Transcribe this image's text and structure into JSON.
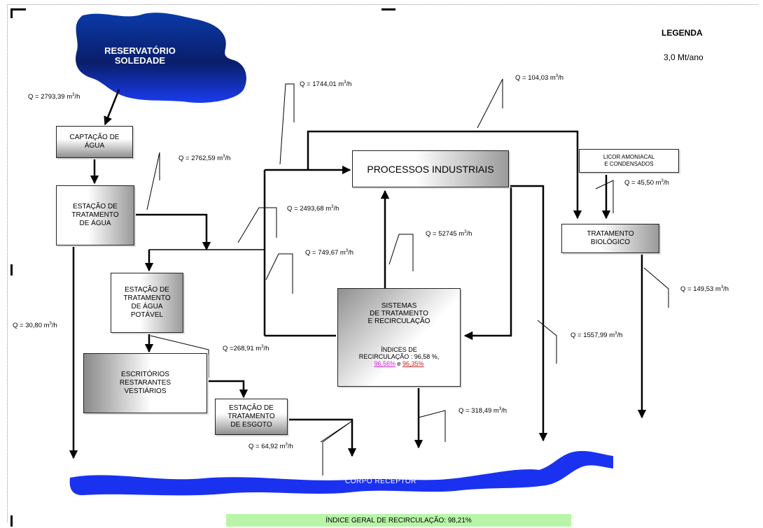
{
  "legend": {
    "title": "LEGENDA",
    "value": "3,0 Mt/ano"
  },
  "reservoir": {
    "label": "RESERVATÓRIO\nSOLEDADE"
  },
  "boxes": {
    "captacao": "CAPTAÇÃO DE\nÁGUA",
    "eta": "ESTAÇÃO DE\nTRATAMENTO\nDE ÁGUA",
    "etap": "ESTAÇÃO DE\nTRATAMENTO\nDE ÁGUA\nPOTÁVEL",
    "escritorios": "ESCRITÓRIOS\nRESTARANTES\nVESTIÁRIOS",
    "ete": "ESTAÇÃO DE\nTRATAMENTO\nDE ESGOTO",
    "processos": "PROCESSOS INDUSTRIAIS",
    "licor": "LICOR AMONIACAL\nE CONDENSADOS",
    "tratbio": "TRATAMENTO\nBIOLÓGICO",
    "sistemas": "SISTEMAS\nDE TRATAMENTO\nE RECIRCULAÇÃO"
  },
  "sistemas_index": {
    "line1": "ÍNDICES DE",
    "line2": "RECIRCULAÇÃO : 96,58 %,",
    "pink": "96,56%",
    "sep": " e ",
    "red": "96,35%"
  },
  "flows": {
    "q1": "Q = 2793,39 m",
    "q2": "Q = 2762,59 m",
    "q3": "Q = 1744,01 m",
    "q4": "Q = 104,03 m",
    "q5": "Q = 2493,68 m",
    "q6": "Q = 749,67 m",
    "q7": "Q = 52745 m",
    "q8": "Q = 45,50 m",
    "q9": "Q = 149,53 m",
    "q10": "Q = 30,80 m",
    "q11": "Q =268,91 m",
    "q12": "Q = 1557,99 m",
    "q13": "Q = 318,49 m",
    "q14": "Q = 64,92 m"
  },
  "unit_sup": "3",
  "unit_tail": "/h",
  "river": {
    "label": "CORPO  RECEPTOR"
  },
  "index_bar": "ÍNDICE GERAL DE RECIRCULAÇÃO: 98,21%"
}
